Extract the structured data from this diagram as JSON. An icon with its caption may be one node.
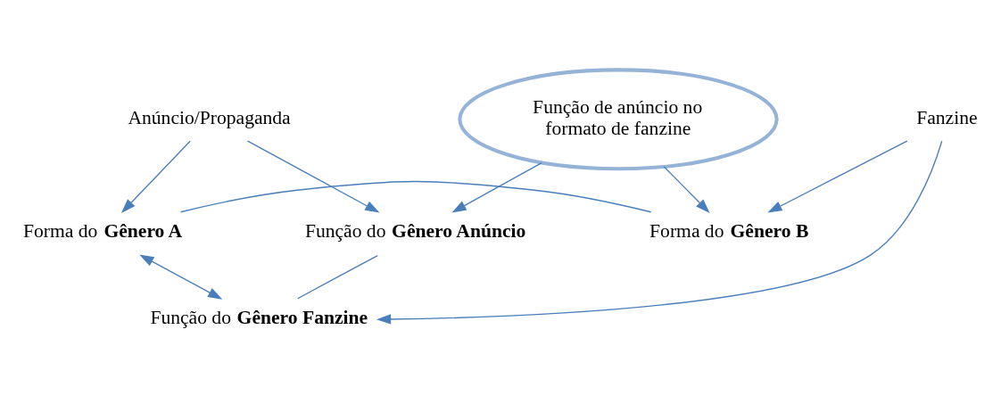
{
  "diagram": {
    "nodes": [
      {
        "text": [
          "Função do **Gênero Anúncio**"
        ]
      },
      {
        "text": [
          "Anúncio/Propaganda"
        ]
      },
      {
        "text": [
          "Função de anúncio no formato de fanzine"
        ]
      },
      {
        "text": [
          "Forma do **Gênero A**"
        ]
      },
      {
        "text": [
          "Forma do **Gênero B**"
        ]
      },
      {
        "text": [
          "Fanzine"
        ]
      },
      {
        "text": [
          "Função do **Gênero Fanzine**"
        ]
      }
    ],
    "edges": [
      {
        "from": 1,
        "to": 0,
        "arrow": "to"
      },
      {
        "from": 1,
        "to": 3,
        "arrow": "to"
      },
      {
        "from": 2,
        "to": 0,
        "arrow": "to"
      },
      {
        "from": 2,
        "to": 4,
        "arrow": "to"
      },
      {
        "from": 3,
        "to": 6,
        "arrow": "both"
      },
      {
        "from": 5,
        "to": 4,
        "arrow": "to"
      },
      {
        "from": 5,
        "to": 6,
        "arrow": "to"
      },
      {
        "from": 0,
        "to": 6,
        "arrow": "none"
      },
      {
        "from": 3,
        "to": 4,
        "arrow": "none"
      }
    ]
  }
}
